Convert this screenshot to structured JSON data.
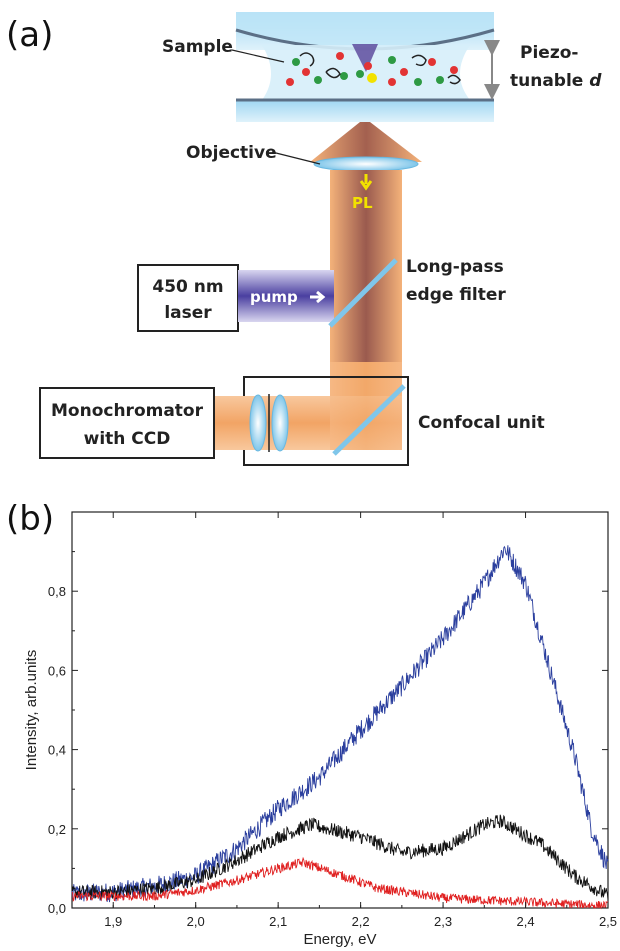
{
  "panel_a": {
    "panel_label": "(a)",
    "labels": {
      "sample": "Sample",
      "piezo_line1": "Piezo-",
      "piezo_line2": "tunable ",
      "piezo_d": "d",
      "objective": "Objective",
      "pl": "PL",
      "laser_line1": "450 nm",
      "laser_line2": "laser",
      "pump": "pump",
      "filter_line1": "Long-pass",
      "filter_line2": "edge filter",
      "mono_line1": "Monochromator",
      "mono_line2": "with CCD",
      "confocal": "Confocal unit"
    },
    "colors": {
      "beam_orange": "#f4b27a",
      "beam_brown": "#9a5a4e",
      "pump_blue": "#4a3fa0",
      "glass_blue": "#7fc6ea",
      "pl_yellow": "#f2e200"
    }
  },
  "panel_b": {
    "panel_label": "(b)",
    "chart_data": {
      "type": "line",
      "xlabel": "Energy, eV",
      "ylabel": "Intensity, arb.units",
      "xlim": [
        1.85,
        2.5
      ],
      "ylim": [
        0.0,
        1.0
      ],
      "x_ticks": [
        "1,9",
        "2,0",
        "2,1",
        "2,2",
        "2,3",
        "2,4",
        "2,5"
      ],
      "y_ticks": [
        "0,0",
        "0,2",
        "0,4",
        "0,6",
        "0,8"
      ],
      "grid": false,
      "series": [
        {
          "color": "#2b3f9e",
          "points": [
            [
              1.85,
              0.035
            ],
            [
              1.9,
              0.04
            ],
            [
              1.95,
              0.055
            ],
            [
              2.0,
              0.08
            ],
            [
              2.05,
              0.15
            ],
            [
              2.1,
              0.25
            ],
            [
              2.15,
              0.33
            ],
            [
              2.2,
              0.45
            ],
            [
              2.25,
              0.56
            ],
            [
              2.3,
              0.68
            ],
            [
              2.35,
              0.82
            ],
            [
              2.375,
              0.91
            ],
            [
              2.4,
              0.82
            ],
            [
              2.43,
              0.6
            ],
            [
              2.46,
              0.38
            ],
            [
              2.48,
              0.2
            ],
            [
              2.5,
              0.1
            ]
          ]
        },
        {
          "color": "#111111",
          "points": [
            [
              1.85,
              0.04
            ],
            [
              1.9,
              0.04
            ],
            [
              1.95,
              0.05
            ],
            [
              2.0,
              0.07
            ],
            [
              2.05,
              0.12
            ],
            [
              2.1,
              0.18
            ],
            [
              2.14,
              0.21
            ],
            [
              2.2,
              0.18
            ],
            [
              2.25,
              0.14
            ],
            [
              2.3,
              0.15
            ],
            [
              2.35,
              0.21
            ],
            [
              2.37,
              0.22
            ],
            [
              2.42,
              0.16
            ],
            [
              2.46,
              0.08
            ],
            [
              2.5,
              0.03
            ]
          ]
        },
        {
          "color": "#e02020",
          "points": [
            [
              1.85,
              0.03
            ],
            [
              1.9,
              0.03
            ],
            [
              1.95,
              0.03
            ],
            [
              2.0,
              0.045
            ],
            [
              2.05,
              0.07
            ],
            [
              2.1,
              0.1
            ],
            [
              2.13,
              0.115
            ],
            [
              2.18,
              0.08
            ],
            [
              2.22,
              0.05
            ],
            [
              2.3,
              0.025
            ],
            [
              2.4,
              0.015
            ],
            [
              2.5,
              0.005
            ]
          ]
        }
      ]
    }
  }
}
